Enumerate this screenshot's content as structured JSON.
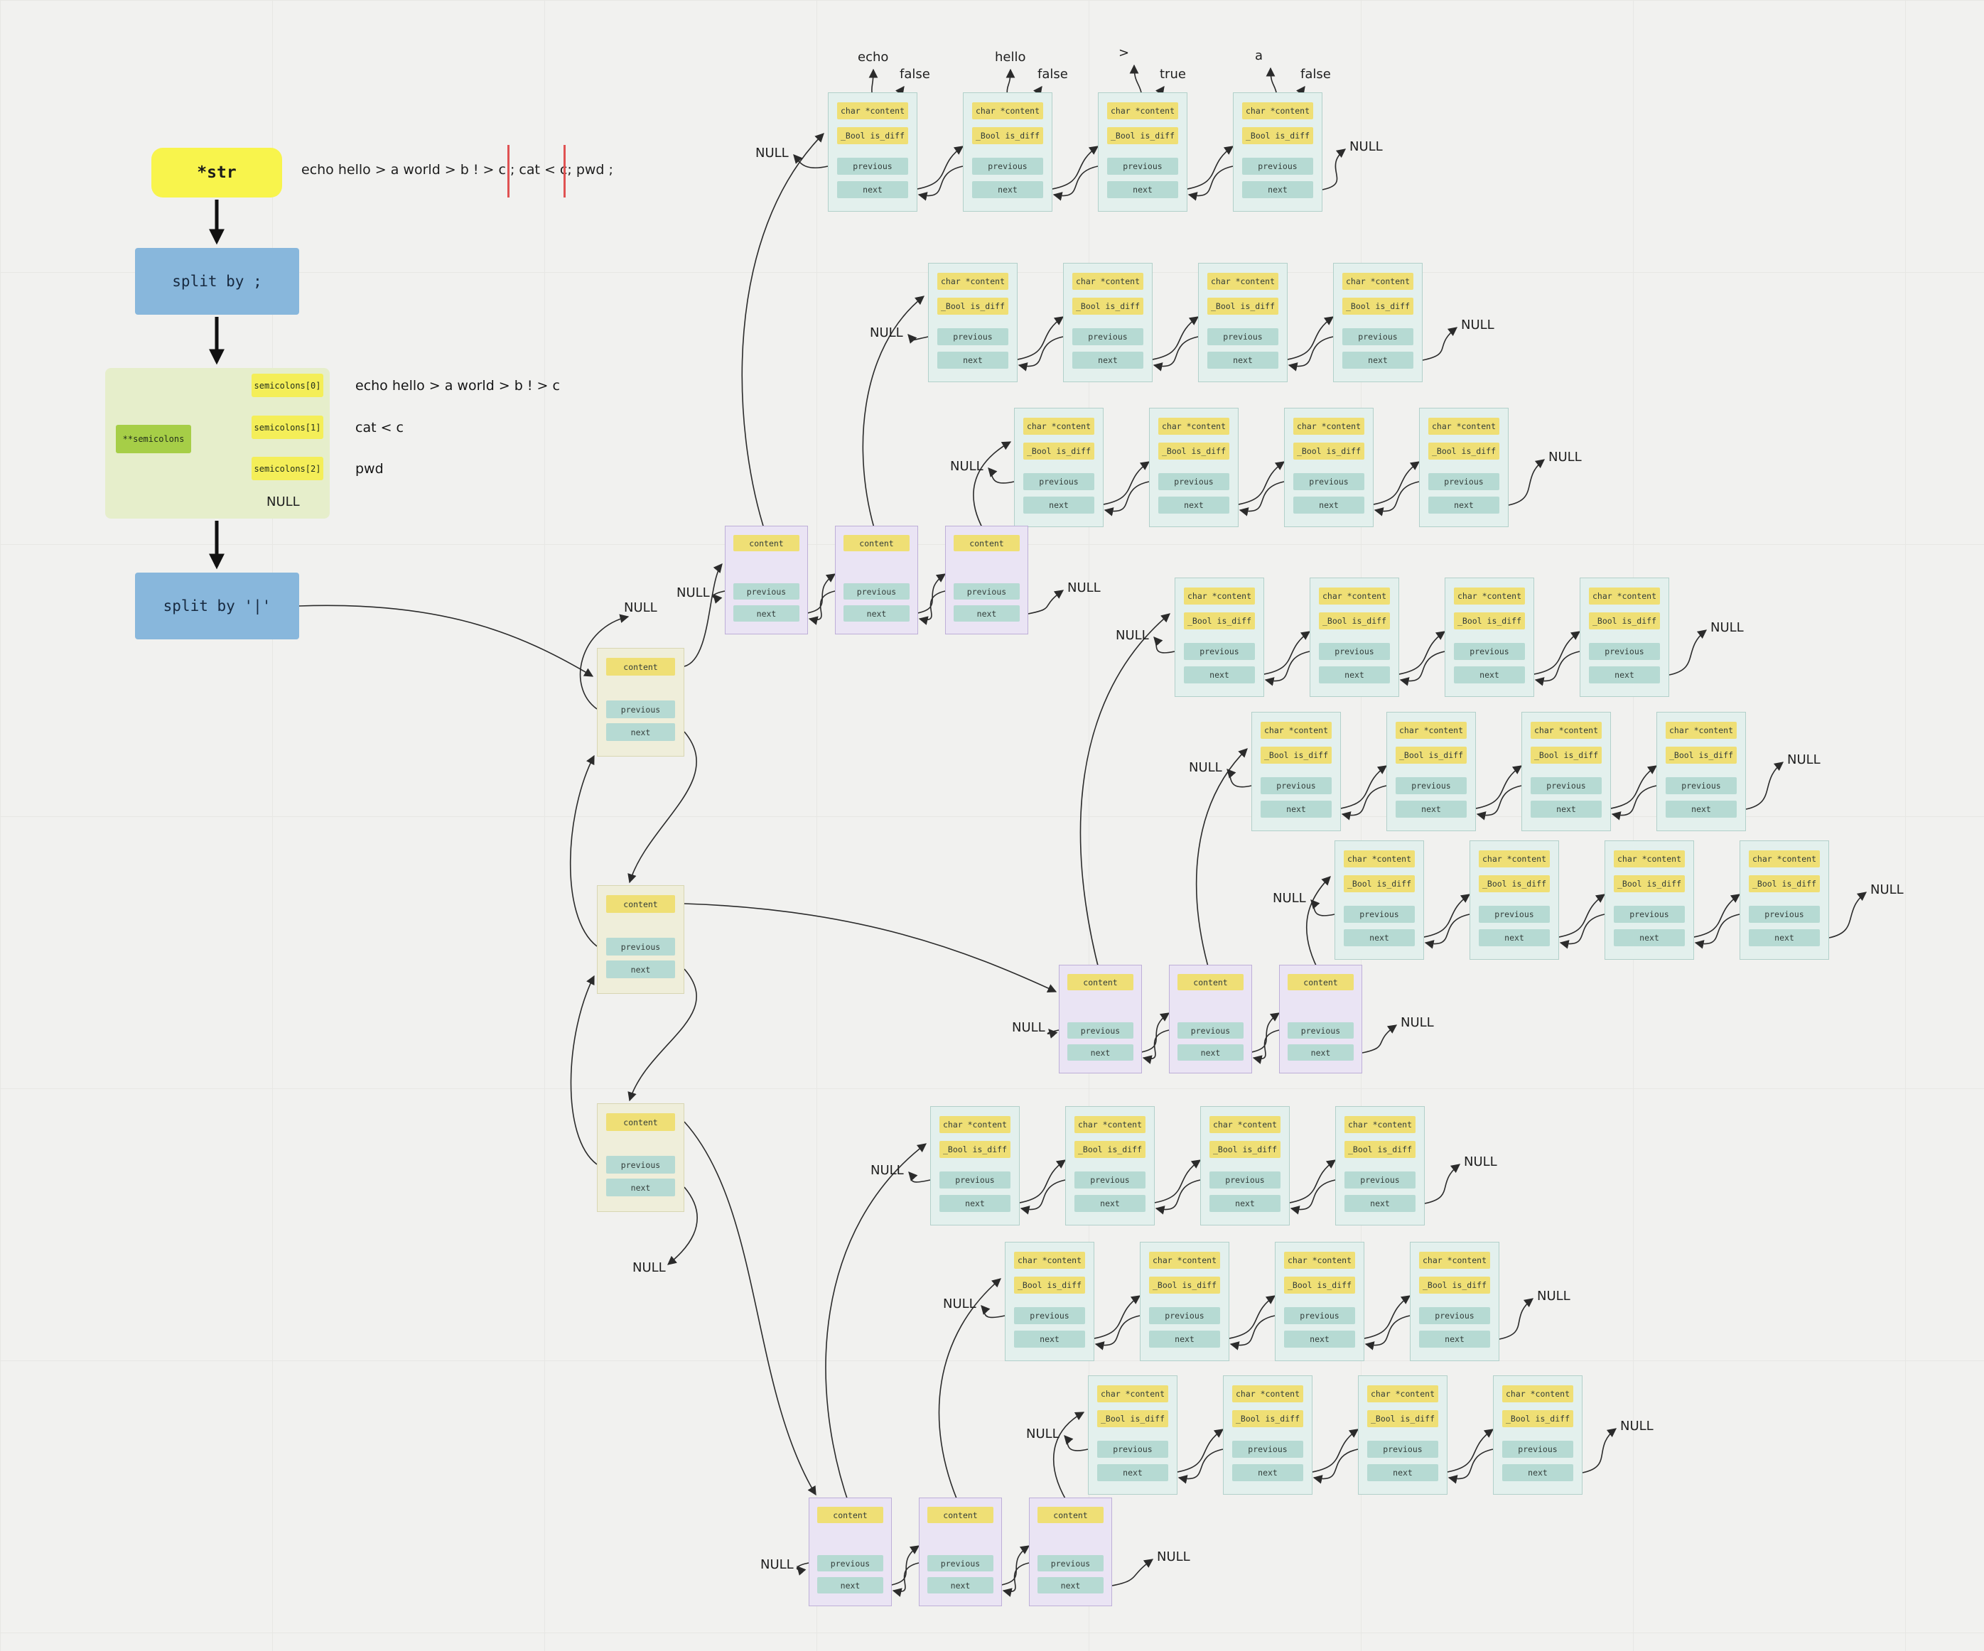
{
  "null_text": "NULL",
  "flow": {
    "str_label": "*str",
    "annotation": "echo hello > a world > b ! > c ; cat < c; pwd ;",
    "split_semicolon_label": "split by ;",
    "split_pipe_label": "split by '|'",
    "array_label": "**semicolons",
    "array_items": [
      {
        "label": "semicolons[0]",
        "value": "echo hello > a world > b ! > c"
      },
      {
        "label": "semicolons[1]",
        "value": "cat < c"
      },
      {
        "label": "semicolons[2]",
        "value": "pwd"
      }
    ]
  },
  "char_node_fields": [
    "char *content",
    "_Bool is_diff",
    "previous",
    "next"
  ],
  "list_node_fields": [
    "content",
    "previous",
    "next"
  ],
  "row1_labels": [
    "echo",
    "false",
    "hello",
    "false",
    ">",
    "true",
    "a",
    "false"
  ]
}
